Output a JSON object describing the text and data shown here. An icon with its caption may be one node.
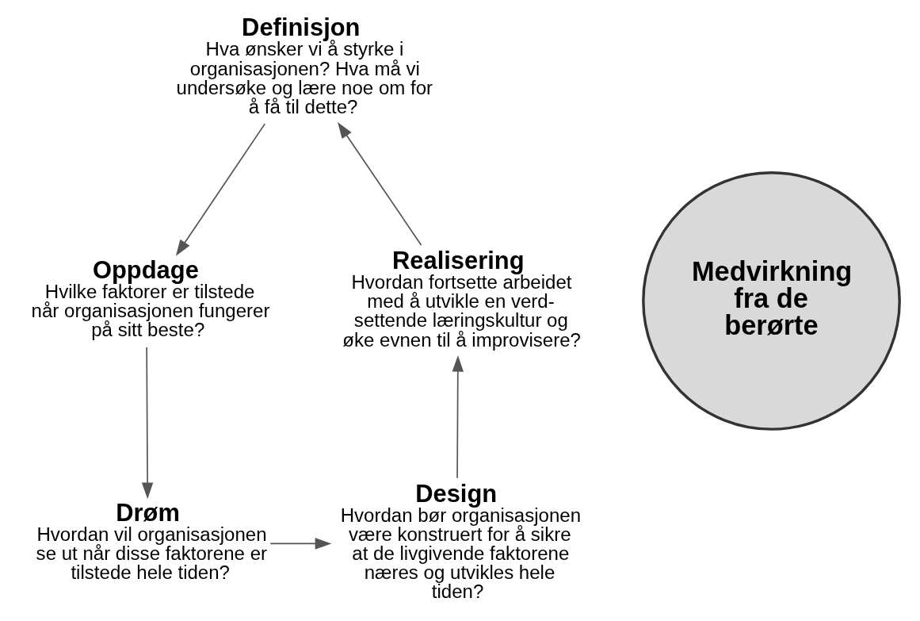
{
  "diagram": {
    "nodes": [
      {
        "text": [
          "Medvirkning fra de berørte"
        ]
      },
      {
        "text": [
          "Definisjon",
          "Hva ønsker vi å styrke i organisasjonen? Hva må vi undersøke og lære noe om for å få til dette?"
        ]
      },
      {
        "text": [
          "Oppdage",
          "Hvilke faktorer er tilstede når organisasjonen fungerer på sitt beste?"
        ]
      },
      {
        "text": [
          "Drøm",
          "Hvordan vil organisasjonen se ut når disse faktorene er tilstede hele tiden?"
        ]
      },
      {
        "text": [
          "Design",
          "Hvordan bør organisasjonen være konstruert for å sikre at de livgivende faktorene næres og utvikles hele tiden?"
        ]
      },
      {
        "text": [
          "Realisering",
          "Hvordan fortsette arbeidet med å utvikle en verd-settende læringskultur og øke evnen til å improvisere?"
        ]
      }
    ],
    "edges": [
      {
        "from": 1,
        "to": 2,
        "arrow": "to"
      },
      {
        "from": 2,
        "to": 3,
        "arrow": "to"
      },
      {
        "from": 3,
        "to": 4,
        "arrow": "to"
      },
      {
        "from": 4,
        "to": 5,
        "arrow": "to"
      },
      {
        "from": 5,
        "to": 1,
        "arrow": "to"
      }
    ]
  }
}
